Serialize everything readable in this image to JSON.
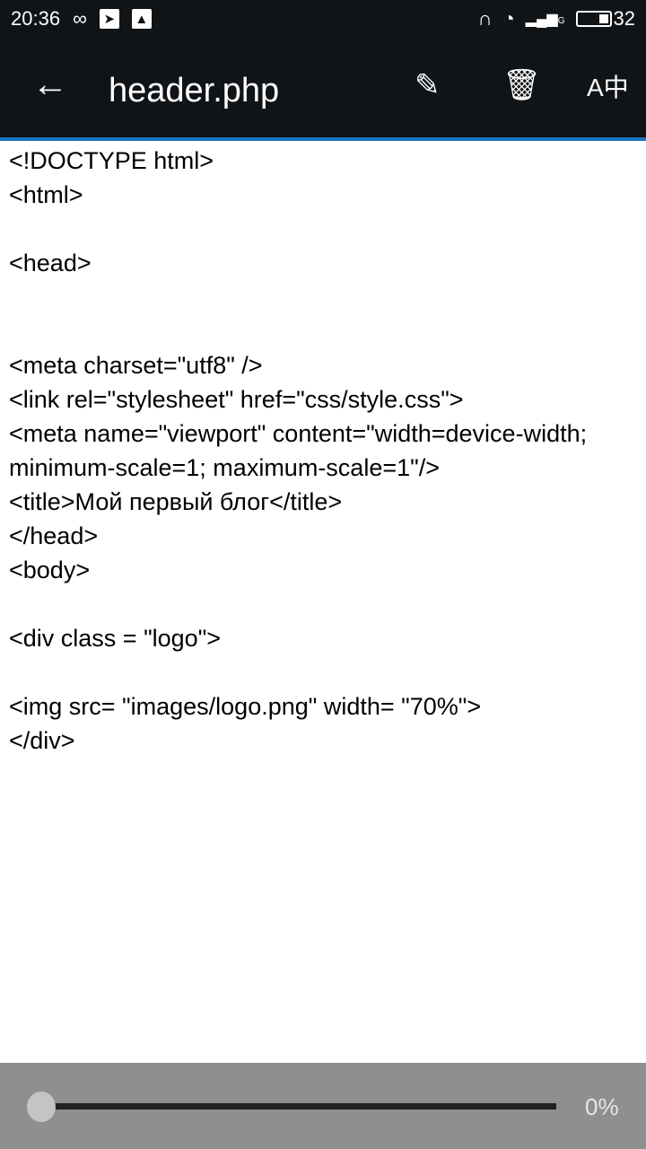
{
  "status_bar": {
    "time": "20:36",
    "battery": "32",
    "network": "G"
  },
  "app_bar": {
    "title": "header.php",
    "back_icon": "arrow-left-icon",
    "edit_icon": "pencil-icon",
    "delete_icon": "trash-icon",
    "encoding_icon": "text-encoding-icon"
  },
  "content": {
    "lines": [
      "<!DOCTYPE html>",
      "<html>",
      "",
      "<head>",
      "",
      "",
      "<meta charset=\"utf8\" />",
      "<link rel=\"stylesheet\" href=\"css/style.css\">",
      "<meta name=\"viewport\" content=\"width=device-width; minimum-scale=1; maximum-scale=1\"/>",
      "<title>Мой первый блог</title>",
      "</head>",
      "<body>",
      "",
      "<div class = \"logo\">",
      "",
      "<img src= \"images/logo.png\" width= \"70%\">",
      "</div>"
    ]
  },
  "scroll": {
    "percent_label": "0%",
    "value": 0
  },
  "colors": {
    "bar": "#111417",
    "accent": "#1976c2",
    "bottom": "#8f8f8f"
  }
}
